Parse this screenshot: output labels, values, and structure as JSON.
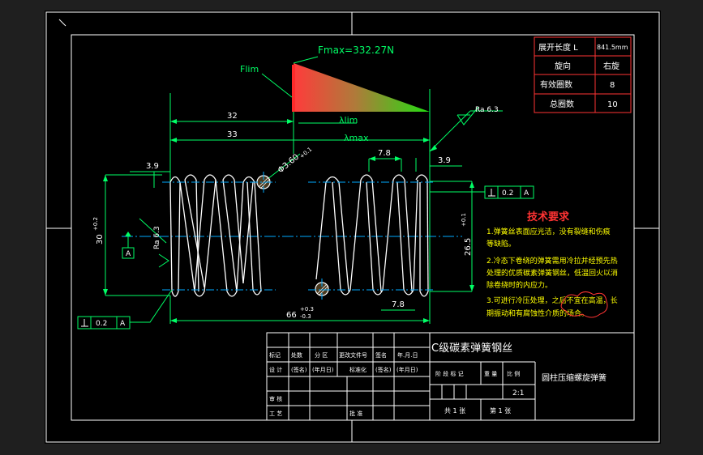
{
  "force_diagram": {
    "fmax_label": "Fmax=332.27N",
    "flim_label": "Flim",
    "lambda_lim_label": "λlim",
    "lambda_max_label": "λmax"
  },
  "dimensions": {
    "d32": "32",
    "d33": "33",
    "d39_left": "3.9",
    "d39_right": "3.9",
    "d78_top": "7.8",
    "d78_bottom": "7.8",
    "wire_dia": "Φ3.60",
    "wire_tol": "+0.1",
    "d30": "30",
    "d30_tol": "+0.2",
    "d265": "26.5",
    "d265_tol": "+0.1",
    "d66": "66",
    "d66_tol_up": "+0.3",
    "d66_tol_low": "-0.3",
    "ra_right": "Ra 6.3",
    "ra_left": "Ra 6.3",
    "datum": "A",
    "tol_value": "0.2"
  },
  "spec_table": {
    "rows": [
      {
        "label": "展开长度 L",
        "value": "841.5mm"
      },
      {
        "label": "旋向",
        "value": "右旋"
      },
      {
        "label": "有效圈数",
        "value": "8"
      },
      {
        "label": "总圈数",
        "value": "10"
      }
    ]
  },
  "tech_requirements": {
    "title": "技术要求",
    "items": [
      "1.弹簧丝表面应光洁，没有裂缝和伤痕",
      "等缺陷。",
      "2.冷态下卷绕的弹簧需用冷拉并经预先热",
      "处理的优质碳素弹簧钢丝，低温回火以消",
      "除卷绕时的内应力。",
      "3.可进行冷压处理，之后不宜在高温，长",
      "期振动和有腐蚀性介质的场合。"
    ]
  },
  "title_block": {
    "material": "C级碳素弹簧钢丝",
    "part_name": "圆柱压缩螺旋弹簧",
    "scale": "2:1",
    "sheet_total": "共 1 张",
    "sheet_num": "第 1 张",
    "h_mark": "标记",
    "h_count": "处数",
    "h_zone": "分 区",
    "h_doc": "更改文件号",
    "h_sign": "签名",
    "h_date": "年.月.日",
    "h_design": "设 计",
    "h_sig1": "(签名)",
    "h_date1": "(年月日)",
    "h_std": "标准化",
    "h_sig2": "(签名)",
    "h_date2": "(年月日)",
    "h_stage": "阶 段 标 记",
    "h_weight": "重 量",
    "h_ratio": "比 例",
    "h_review": "审 核",
    "h_process": "工 艺",
    "h_approve": "批 准"
  }
}
